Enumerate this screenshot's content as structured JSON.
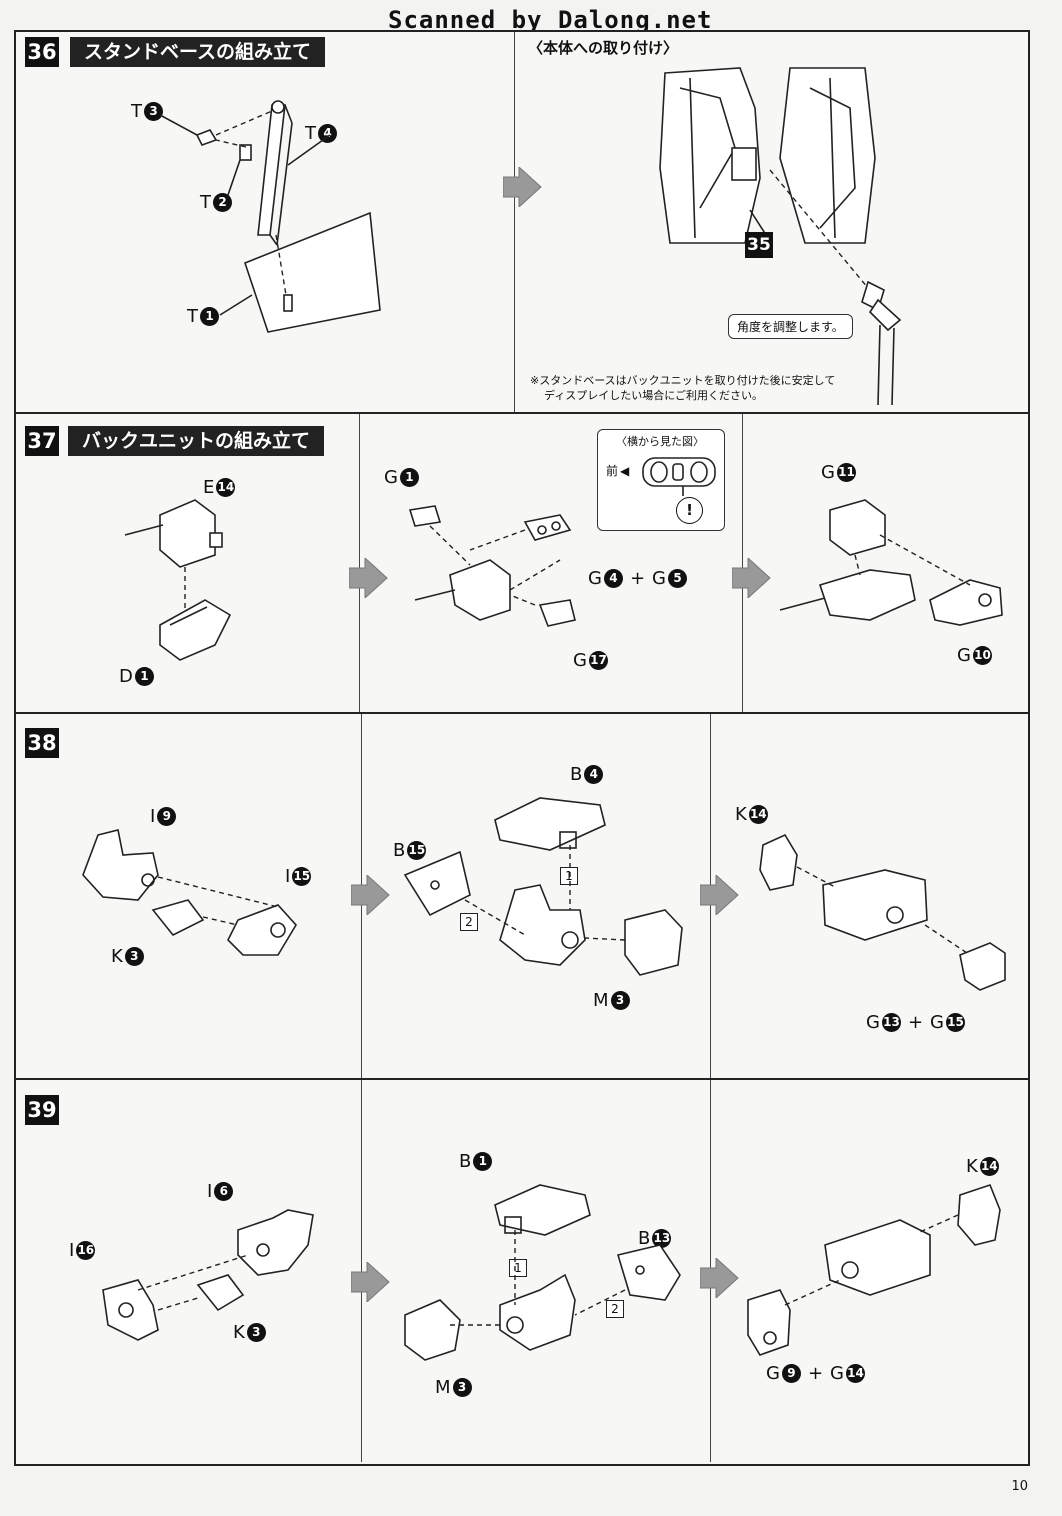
{
  "scanner_credit": "Scanned by Dalong.net",
  "page_number": "10",
  "steps": {
    "s36": {
      "number": "36",
      "title": "スタンドベースの組み立て",
      "subhead": "〈本体への取り付け〉",
      "parts": [
        {
          "letter": "T",
          "num": "3"
        },
        {
          "letter": "T",
          "num": "4"
        },
        {
          "letter": "T",
          "num": "2"
        },
        {
          "letter": "T",
          "num": "1"
        }
      ],
      "ref_step": "35",
      "callout": "角度を調整します。",
      "note_line1": "※スタンドベースはバックユニットを取り付けた後に安定して",
      "note_line2": "ディスプレイしたい場合にご利用ください。"
    },
    "s37": {
      "number": "37",
      "title": "バックユニットの組み立て",
      "side_view_title": "〈横から見た図〉",
      "front_label": "前",
      "warning": "!",
      "parts_a": [
        {
          "letter": "E",
          "num": "14"
        },
        {
          "letter": "D",
          "num": "1"
        }
      ],
      "parts_b": {
        "g1": {
          "letter": "G",
          "num": "1"
        },
        "g4": {
          "letter": "G",
          "num": "4"
        },
        "g5": {
          "letter": "G",
          "num": "5"
        },
        "g17": {
          "letter": "G",
          "num": "17"
        }
      },
      "parts_c": [
        {
          "letter": "G",
          "num": "11"
        },
        {
          "letter": "G",
          "num": "10"
        }
      ]
    },
    "s38": {
      "number": "38",
      "parts_a": [
        {
          "letter": "I",
          "num": "9"
        },
        {
          "letter": "I",
          "num": "15"
        },
        {
          "letter": "K",
          "num": "3"
        }
      ],
      "parts_b": [
        {
          "letter": "B",
          "num": "4"
        },
        {
          "letter": "B",
          "num": "15"
        },
        {
          "letter": "M",
          "num": "3"
        }
      ],
      "order": [
        "1",
        "2"
      ],
      "parts_c": {
        "k14": {
          "letter": "K",
          "num": "14"
        },
        "g13": {
          "letter": "G",
          "num": "13"
        },
        "g15": {
          "letter": "G",
          "num": "15"
        }
      }
    },
    "s39": {
      "number": "39",
      "parts_a": [
        {
          "letter": "I",
          "num": "6"
        },
        {
          "letter": "I",
          "num": "16"
        },
        {
          "letter": "K",
          "num": "3"
        }
      ],
      "parts_b": [
        {
          "letter": "B",
          "num": "1"
        },
        {
          "letter": "B",
          "num": "13"
        },
        {
          "letter": "M",
          "num": "3"
        }
      ],
      "order": [
        "1",
        "2"
      ],
      "parts_c": {
        "k14": {
          "letter": "K",
          "num": "14"
        },
        "g9": {
          "letter": "G",
          "num": "9"
        },
        "g14": {
          "letter": "G",
          "num": "14"
        }
      }
    }
  }
}
